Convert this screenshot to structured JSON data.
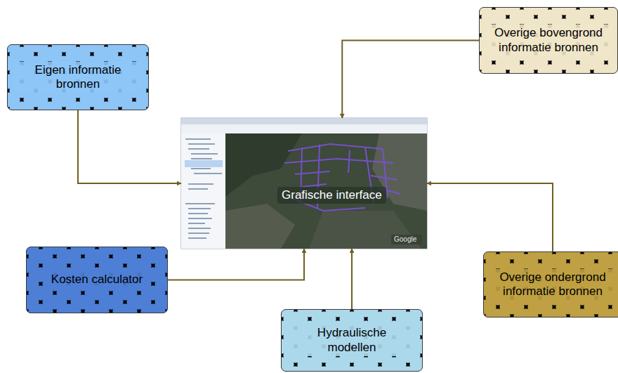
{
  "diagram": {
    "nodes": [
      {
        "text": [
          "Eigen informatie bronnen"
        ]
      },
      {
        "text": [
          "Overige bovengrond informatie bronnen"
        ]
      },
      {
        "text": [
          "Grafische interface"
        ]
      },
      {
        "text": [
          "Kosten calculator"
        ]
      },
      {
        "text": [
          "Hydraulische modellen"
        ]
      },
      {
        "text": [
          "Overige ondergrond informatie bronnen"
        ]
      }
    ],
    "edges": [
      {
        "from": 0,
        "to": 2,
        "arrow": "to"
      },
      {
        "from": 1,
        "to": 2,
        "arrow": "to"
      },
      {
        "from": 3,
        "to": 2,
        "arrow": "to"
      },
      {
        "from": 4,
        "to": 2,
        "arrow": "to"
      },
      {
        "from": 5,
        "to": 2,
        "arrow": "to"
      }
    ],
    "labels": [
      "Google"
    ]
  }
}
